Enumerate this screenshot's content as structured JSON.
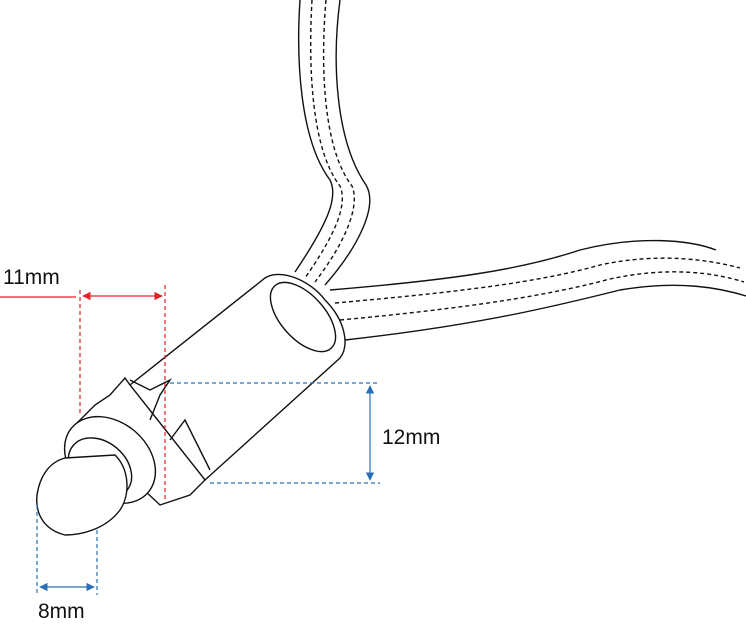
{
  "dimensions": {
    "length": {
      "label": "11mm",
      "color": "#e0202a"
    },
    "body_diameter": {
      "label": "12mm",
      "color": "#2a6fb5"
    },
    "lens_diameter": {
      "label": "8mm",
      "color": "#2a6fb5"
    }
  }
}
